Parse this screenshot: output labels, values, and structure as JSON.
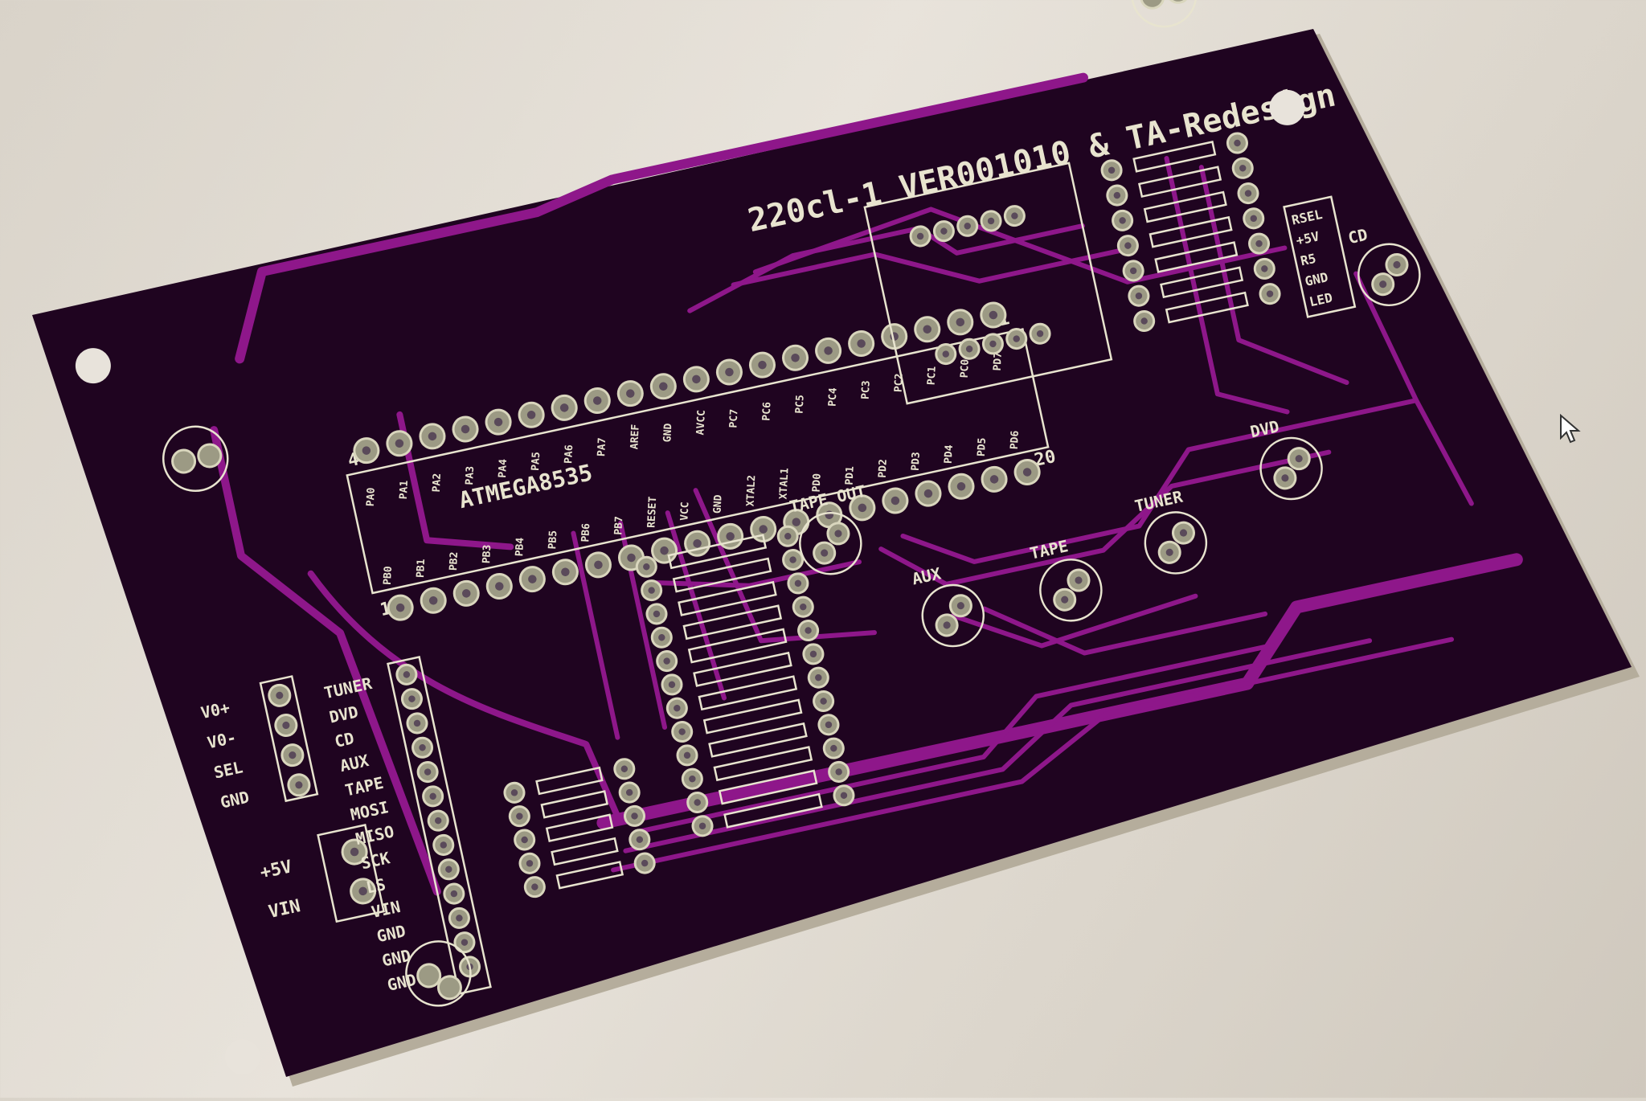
{
  "board": {
    "title": "220cl-1 VER001010 & TA-Redesign",
    "chip_label": "ATMEGA8535",
    "pin40": "40",
    "pin21": "21",
    "pin20": "20",
    "pin1": "1",
    "top_pins": [
      "PA0",
      "PA1",
      "PA2",
      "PA3",
      "PA4",
      "PA5",
      "PA6",
      "PA7",
      "AREF",
      "GND",
      "AVCC",
      "PC7",
      "PC6",
      "PC5",
      "PC4",
      "PC3",
      "PC2",
      "PC1",
      "PC0",
      "PD7"
    ],
    "bottom_pins": [
      "PB0",
      "PB1",
      "PB2",
      "PB3",
      "PB4",
      "PB5",
      "PB6",
      "PB7",
      "RESET",
      "VCC",
      "GND",
      "XTAL2",
      "XTAL1",
      "PD0",
      "PD1",
      "PD2",
      "PD3",
      "PD4",
      "PD5",
      "PD6"
    ],
    "left_header": [
      "V0+",
      "V0-",
      "SEL",
      "GND"
    ],
    "power_header": [
      "+5V",
      "VIN"
    ],
    "main_header": [
      "TUNER",
      "DVD",
      "CD",
      "AUX",
      "TAPE",
      "MOSI",
      "MISO",
      "SCK",
      "LS",
      "VIN",
      "GND",
      "GND",
      "GND"
    ],
    "right_header": [
      "RSEL",
      "+5V",
      "R5",
      "GND",
      "LED"
    ],
    "inputs": [
      "TAPE OUT",
      "AUX",
      "TAPE",
      "TUNER",
      "DVD",
      "CD"
    ]
  },
  "colors": {
    "board": "#1f0420",
    "trace": "#8e178a",
    "silkscreen": "#e8e4cf",
    "pad": "#9c9a84",
    "background": "#e3ddd3"
  },
  "icons": [
    "mouse-cursor-icon"
  ]
}
